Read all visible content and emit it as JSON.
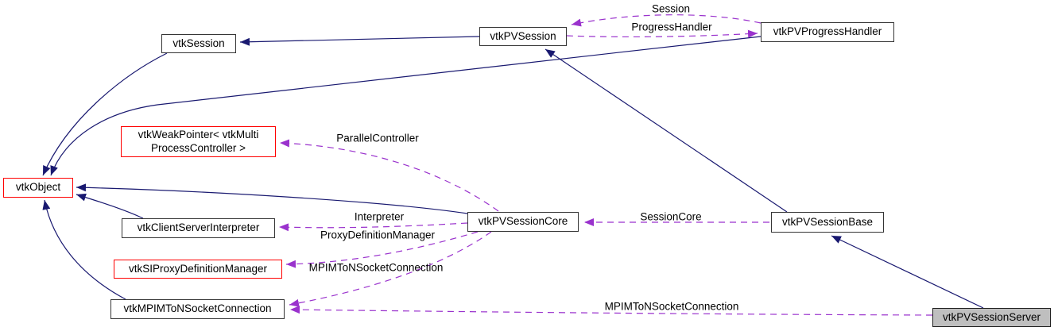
{
  "nodes": {
    "session": {
      "label": "vtkSession"
    },
    "pv_session": {
      "label": "vtkPVSession"
    },
    "pv_progress_handler": {
      "label": "vtkPVProgressHandler"
    },
    "weak_pointer": {
      "label": "vtkWeakPointer< vtkMulti\nProcessController >"
    },
    "object": {
      "label": "vtkObject"
    },
    "client_server_interpreter": {
      "label": "vtkClientServerInterpreter"
    },
    "pv_session_core": {
      "label": "vtkPVSessionCore"
    },
    "pv_session_base": {
      "label": "vtkPVSessionBase"
    },
    "si_proxy_definition_manager": {
      "label": "vtkSIProxyDefinitionManager"
    },
    "mpimton_socket_connection": {
      "label": "vtkMPIMToNSocketConnection"
    },
    "pv_session_server": {
      "label": "vtkPVSessionServer"
    }
  },
  "edge_labels": {
    "session": "Session",
    "progress_handler": "ProgressHandler",
    "parallel_controller": "ParallelController",
    "interpreter": "Interpreter",
    "proxy_definition_manager": "ProxyDefinitionManager",
    "mpimton_from_core": "MPIMToNSocketConnection",
    "session_core": "SessionCore",
    "mpimton_from_server": "MPIMToNSocketConnection"
  },
  "colors": {
    "inheritance_edge": "#191970",
    "usage_edge": "#9a32cd",
    "node_fill": "#ffffff",
    "node_border": "#353535",
    "external_node_border": "#ff0000",
    "highlighted_node_fill": "#bfbfbf"
  }
}
